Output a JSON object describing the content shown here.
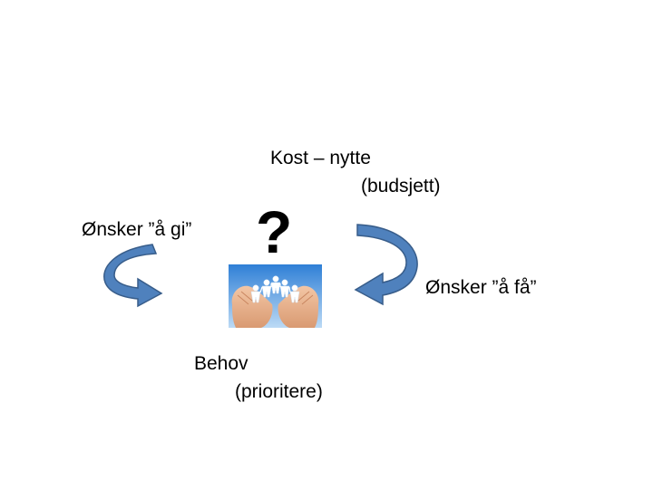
{
  "diagram": {
    "top": {
      "line1": "Kost – nytte",
      "line2": "(budsjett)"
    },
    "left": {
      "label": "Ønsker ”å gi”"
    },
    "right": {
      "label": "Ønsker ”å få”"
    },
    "bottom": {
      "line1": "Behov",
      "line2": "(prioritere)"
    },
    "center": {
      "symbol": "?"
    },
    "arrow_color": "#4f81bd",
    "arrow_outline": "#385d8a",
    "image_icon": "hands-holding-paper-people-icon"
  }
}
